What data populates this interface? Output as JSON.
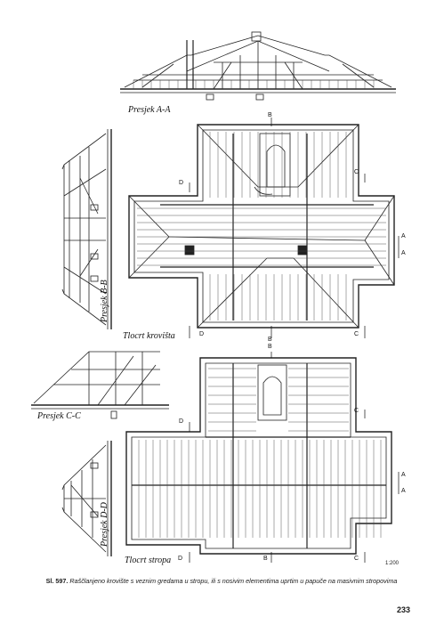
{
  "labels": {
    "section_aa": "Presjek A-A",
    "section_bb": "Presjek B-B",
    "section_cc": "Presjek C-C",
    "section_dd": "Presjek D-D",
    "roof_plan": "Tlocrt krovišta",
    "ceiling_plan": "Tlocrt stropa"
  },
  "markers": {
    "a": "A",
    "b": "B",
    "c": "C",
    "d": "D"
  },
  "scale": "1:200",
  "caption": {
    "prefix": "Sl. 597.",
    "text": "Raščlanjeno krovište s veznim gredama u stropu, ili s nosivim elementima uprtim u papuče na masivnim stropovima"
  },
  "page_number": "233"
}
